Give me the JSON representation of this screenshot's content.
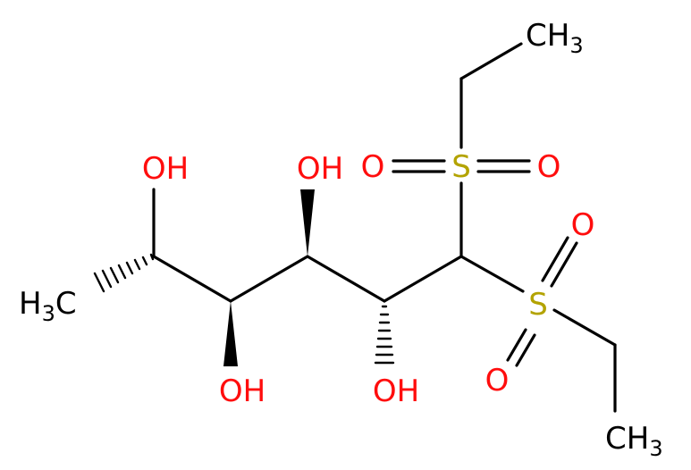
{
  "colors": {
    "bond": "#000000",
    "carbon": "#000000",
    "oxygen": "#ff0d0d",
    "sulfur": "#b3a300"
  },
  "labels": {
    "ch3_top": {
      "main": "CH",
      "sub": "3"
    },
    "ch3_bottom": {
      "main": "CH",
      "sub": "3"
    },
    "ch3_left": {
      "main": "H",
      "sub": "3",
      "tail": "C"
    },
    "s_top": "S",
    "s_bottom": "S",
    "o_s1_left": "O",
    "o_s1_right": "O",
    "o_s2_up": "O",
    "o_s2_down": "O",
    "oh_c5": "OH",
    "oh_c4": "OH",
    "oh_c3": "OH",
    "oh_c2": "OH"
  }
}
